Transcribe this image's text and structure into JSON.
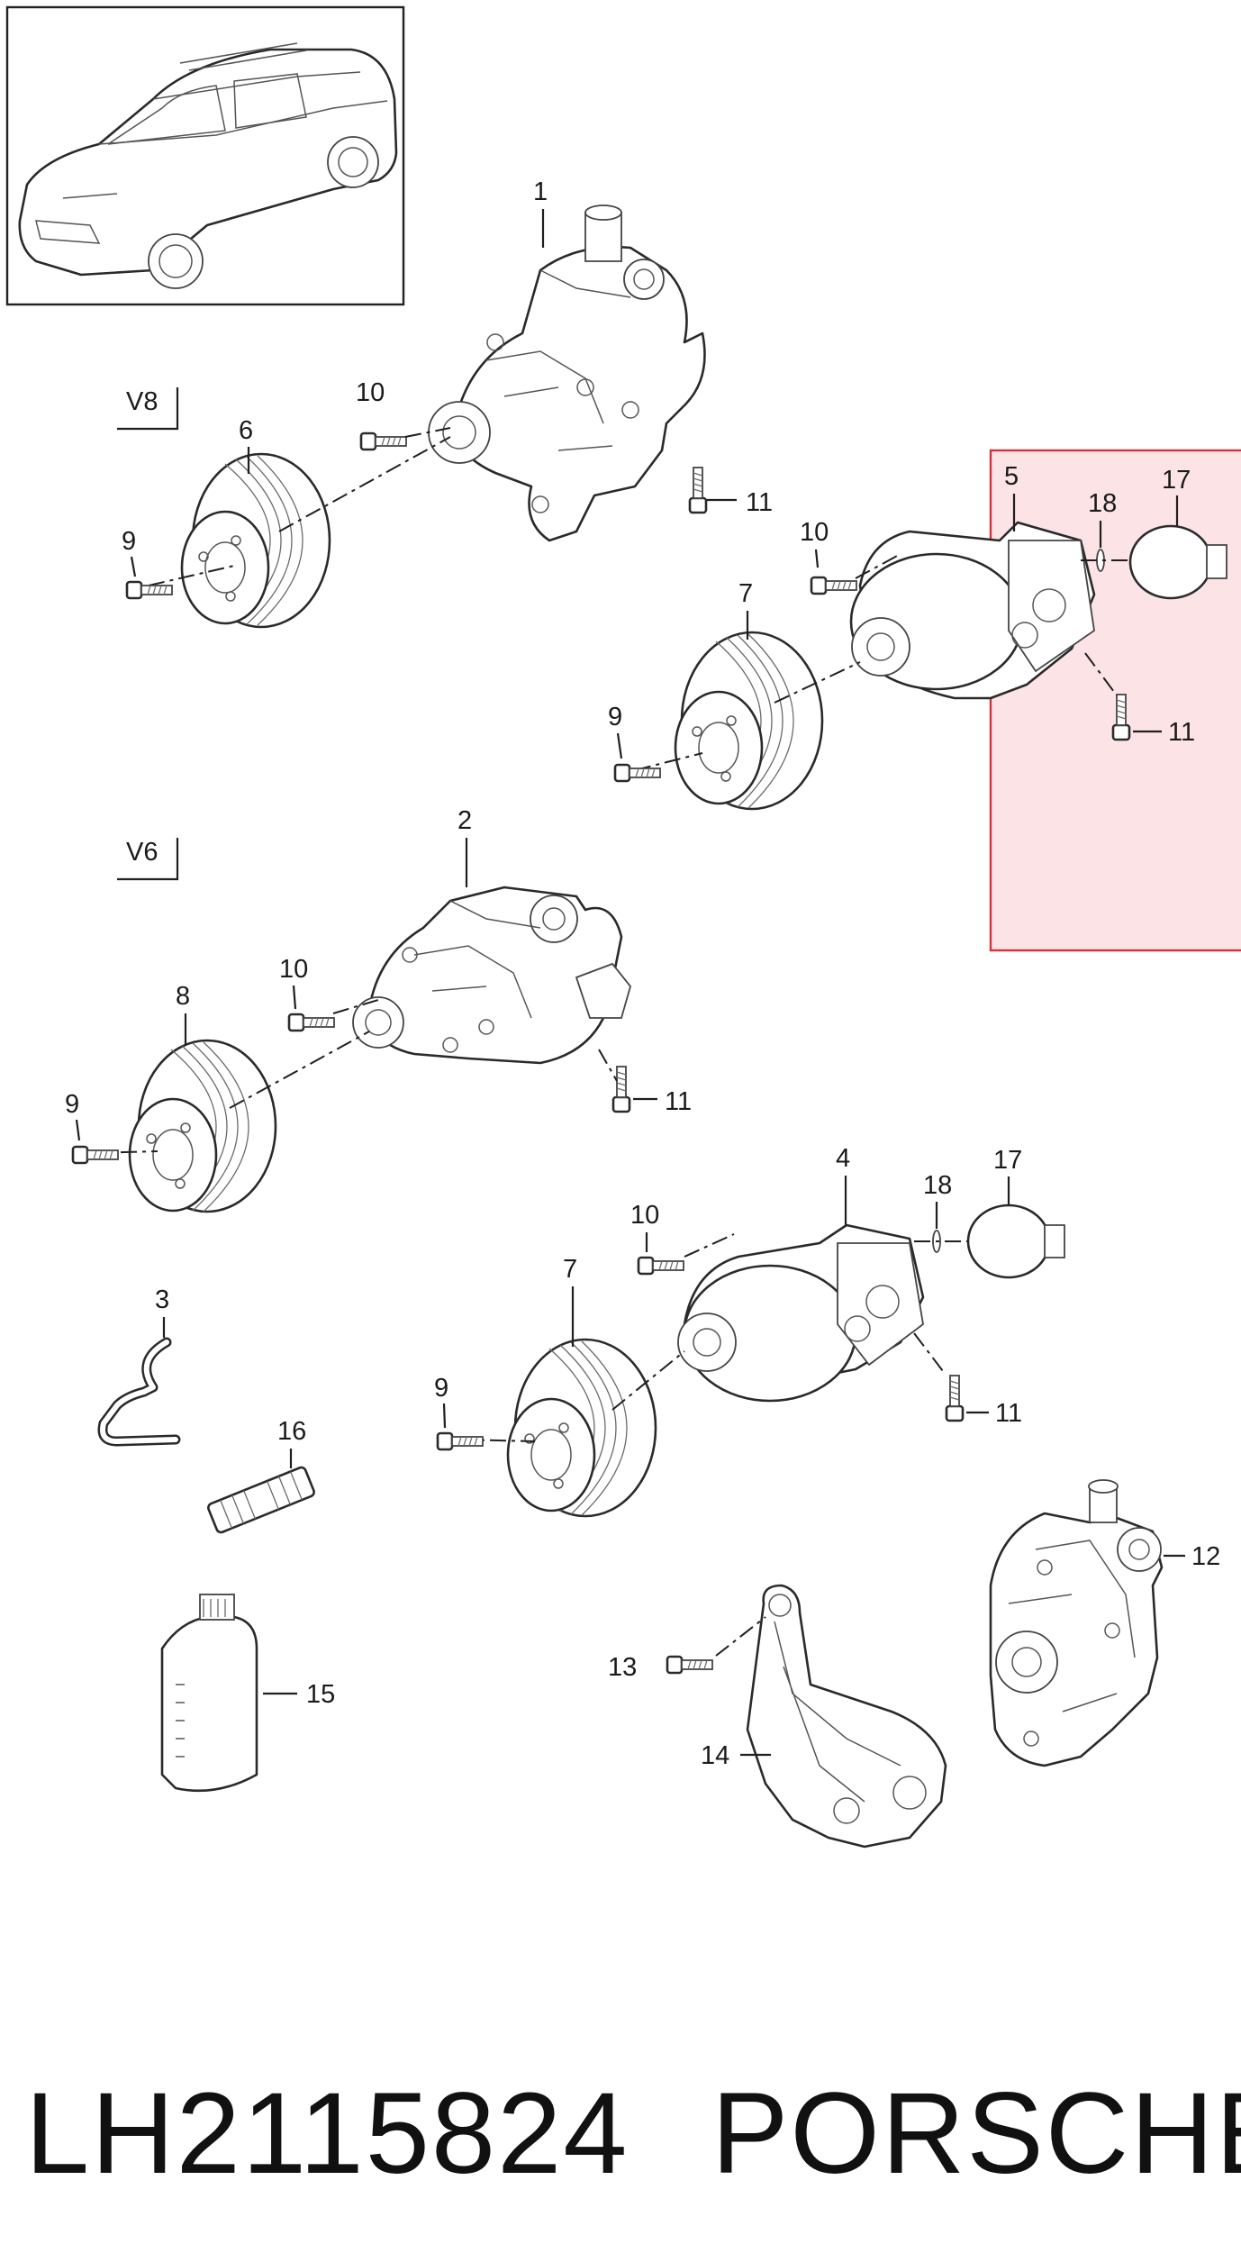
{
  "variants": {
    "v8": "V8",
    "v6": "V6"
  },
  "callouts": {
    "c1": "1",
    "c2": "2",
    "c3": "3",
    "c4": "4",
    "c5": "5",
    "c6": "6",
    "c7a": "7",
    "c7b": "7",
    "c8": "8",
    "c9a": "9",
    "c9b": "9",
    "c9c": "9",
    "c9d": "9",
    "c10a": "10",
    "c10b": "10",
    "c10c": "10",
    "c10d": "10",
    "c11a": "11",
    "c11b": "11",
    "c11c": "11",
    "c11d": "11",
    "c12": "12",
    "c13": "13",
    "c14": "14",
    "c15": "15",
    "c16": "16",
    "c17a": "17",
    "c17b": "17",
    "c18a": "18",
    "c18b": "18"
  },
  "footer": {
    "part_number": "LH2115824",
    "brand": "PORSCHE"
  },
  "colors": {
    "highlight_stroke": "#d9303a",
    "highlight_fill": "#fbd9de",
    "line": "#2a2a2a"
  },
  "icons": {
    "vehicle": "suv-outline-icon",
    "bolt": "bolt-icon",
    "pulley": "pulley-icon",
    "pump": "power-steering-pump-icon"
  }
}
